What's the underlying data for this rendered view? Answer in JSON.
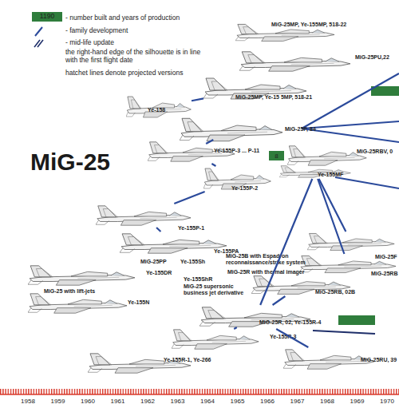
{
  "diagram": {
    "title": "MiG-25",
    "nodes": [
      {
        "text": [
          "MiG-25MP, Ye-155MP, 518-22"
        ]
      },
      {
        "text": [
          "MiG-25PU,22"
        ]
      },
      {
        "text": [
          "MiG-25MP, Ye-15 5MP, 518-21"
        ]
      },
      {
        "text": [
          "Ye-158"
        ]
      },
      {
        "text": [
          "MiG-25P, 84"
        ]
      },
      {
        "text": [
          "Ye-155P-3 ... P-11"
        ]
      },
      {
        "text": [
          "MiG-25RBV, 0"
        ]
      },
      {
        "text": [
          "Ye-155MF"
        ]
      },
      {
        "text": [
          "Ye-155P-2"
        ]
      },
      {
        "text": [
          "Ye-155P-1"
        ]
      },
      {
        "text": [
          "MiG-25F"
        ]
      },
      {
        "text": [
          "Ye-155PA"
        ]
      },
      {
        "text": [
          "MiG-25RB"
        ]
      },
      {
        "text": [
          "Ye-155DR"
        ]
      },
      {
        "text": [
          "MiG-25RB, 02B"
        ]
      },
      {
        "text": [
          "Ye-155N"
        ]
      },
      {
        "text": [
          "MiG-25R, 02, Ye-155R-4"
        ]
      },
      {
        "text": [
          "Ye-155R-3"
        ]
      },
      {
        "text": [
          "MiG-25RU, 39"
        ]
      },
      {
        "text": [
          "Ye-155R-1, Ye-266"
        ]
      }
    ],
    "edges": [
      {
        "from": 3,
        "to": 2,
        "arrow": "none"
      },
      {
        "from": 5,
        "to": 4,
        "arrow": "none"
      },
      {
        "from": 8,
        "to": 5,
        "arrow": "none"
      },
      {
        "from": 9,
        "to": 8,
        "arrow": "none"
      },
      {
        "from": 9,
        "to": 11,
        "arrow": "none"
      },
      {
        "from": 19,
        "to": 17,
        "arrow": "none"
      },
      {
        "from": 17,
        "to": 16,
        "arrow": "none"
      },
      {
        "from": 16,
        "to": 7,
        "arrow": "none"
      },
      {
        "from": 16,
        "to": 14,
        "arrow": "none"
      },
      {
        "from": 16,
        "to": 18,
        "arrow": "none"
      },
      {
        "from": 7,
        "to": 10,
        "arrow": "none"
      },
      {
        "from": 7,
        "to": 12,
        "arrow": "none"
      }
    ],
    "labels": [
      "1190",
      "the right-hand edge of the silhouette is in line with the first flight date",
      "hatchet lines denote projected versions",
      "8",
      "MiG-25PP",
      "Ye-155Sh",
      "MiG-25B with Espadron reconnaissance/strike system",
      "MiG-25R with thermal imager",
      "Ye-155ShR",
      "MiG-25 supersonic business jet derivative",
      "MiG-25 with lift-jets",
      "1958",
      "1959",
      "1960",
      "1961",
      "1962",
      "1963",
      "1964",
      "1965",
      "1966",
      "1967",
      "1968",
      "1969",
      "1970"
    ],
    "legend": [
      {
        "text": "- number built and years of production",
        "color": "#2f7d3c"
      },
      {
        "text": "- family development"
      },
      {
        "text": "- mid-life update"
      }
    ]
  }
}
